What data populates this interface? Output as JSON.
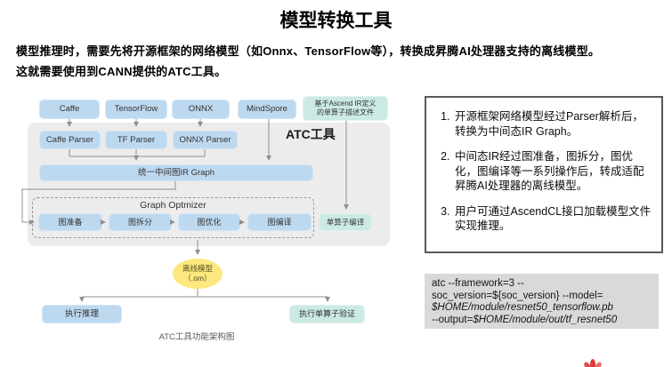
{
  "title": "模型转换工具",
  "intro": {
    "lines": [
      "模型推理时，需要先将开源框架的网络模型（如Onnx、TensorFlow等），转换成昇腾AI处理器支持的离线模型。",
      "这就需要使用到CANN提供的ATC工具。"
    ]
  },
  "diagram": {
    "atc_label": "ATC工具",
    "sources": [
      "Caffe",
      "TensorFlow",
      "ONNX",
      "MindSpore"
    ],
    "op_desc_lines": [
      "基于Ascend IR定义",
      "的单算子描述文件"
    ],
    "parsers": [
      "Caffe Parser",
      "TF Parser",
      "ONNX Parser"
    ],
    "ir_graph": "统一中间图IR Graph",
    "optimizer_title": "Graph Optmizer",
    "optimizer_steps": [
      "图准备",
      "图拆分",
      "图优化",
      "图编译"
    ],
    "op_compile": "单算子编译",
    "om_model_lines": [
      "离线模型",
      "（.om）"
    ],
    "run_inference": "执行推理",
    "run_op_verify": "执行单算子验证",
    "caption": "ATC工具功能架构图"
  },
  "notes": {
    "items": [
      "开源框架网络模型经过Parser解析后，转换为中间态IR Graph。",
      "中间态IR经过图准备，图拆分，图优化，图编译等一系列操作后，转成适配昇腾AI处理器的离线模型。",
      "用户可通过AscendCL接口加载模型文件实现推理。"
    ]
  },
  "code": {
    "lines": [
      "atc --framework=3 --",
      "soc_version=${soc_version} --model=",
      "$HOME/module/resnet50_tensorflow.pb",
      "--output=",
      "$HOME/module/out/tf_resnet50"
    ]
  },
  "colors": {
    "blue_box": "#BDD9F0",
    "teal_box": "#CBEAE3",
    "yellow_node": "#FCE87E",
    "container_gray": "#ECECEC",
    "arrow_gray": "#8F8F8F",
    "code_bg": "#D9D9D9",
    "panel_border": "#595959",
    "logo_red": "#D93030"
  }
}
